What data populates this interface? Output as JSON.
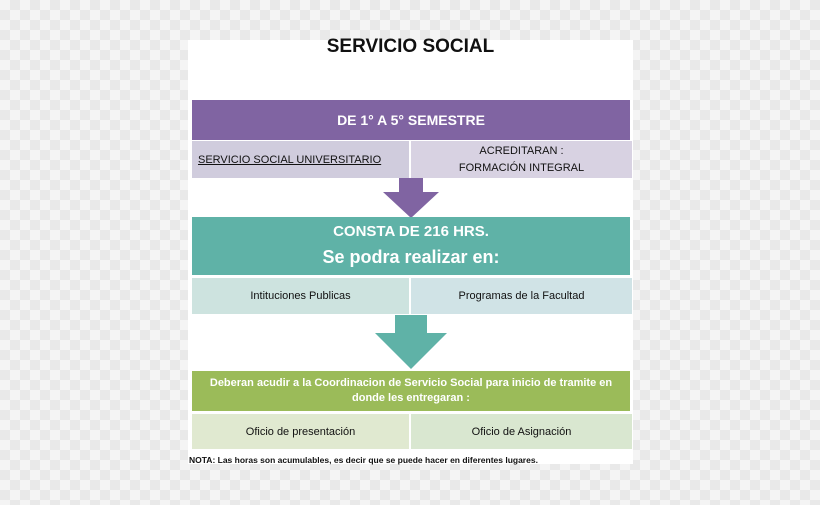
{
  "title": "SERVICIO SOCIAL",
  "section1": {
    "header": "DE 1° A 5° SEMESTRE",
    "left": "SERVICIO SOCIAL UNIVERSITARIO",
    "right_line1": "ACREDITARAN :",
    "right_line2": "FORMACIÓN INTEGRAL",
    "color": "#8064a2"
  },
  "section2": {
    "header_line1": "CONSTA DE 216 HRS.",
    "header_line2": "Se podra realizar en:",
    "left": "Intituciones Publicas",
    "right": "Programas de la Facultad",
    "color": "#5fb2a7"
  },
  "section3": {
    "header_line1": "Deberan acudir a la Coordinacion de Servicio Social para inicio de tramite en",
    "header_line2": "donde les entregaran :",
    "left": "Oficio de presentación",
    "right": "Oficio de Asignación",
    "color": "#9bbb59"
  },
  "note": "NOTA: Las horas son acumulables, es decir que se puede hacer en diferentes lugares."
}
